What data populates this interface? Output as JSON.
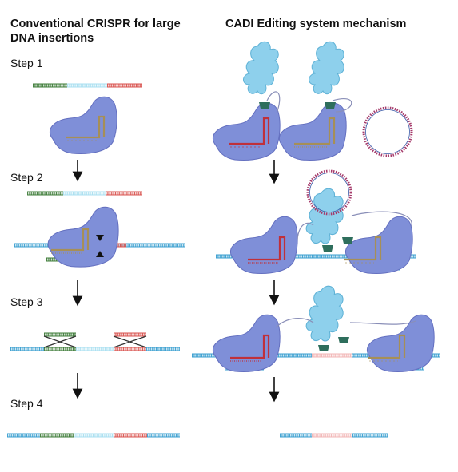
{
  "left_panel": {
    "title_line1": "Conventional CRISPR for large",
    "title_line2": "DNA insertions",
    "steps": [
      "Step 1",
      "Step 2",
      "Step 3",
      "Step 4"
    ]
  },
  "right_panel": {
    "title": "CADI Editing system mechanism"
  },
  "colors": {
    "protein": "#7f8fd8",
    "protein_outline": "#6470c0",
    "recombinase": "#8ed0ec",
    "anchor": "#2e6e5c",
    "dna_blue": "#3a9fd0",
    "dna_green": "#3f7d3a",
    "dna_red": "#d9534f",
    "insert_cyan": "#a9dff0",
    "insert_pink": "#f2b6b6",
    "guide_red": "#c0303a",
    "guide_olive": "#a68f57",
    "plasmid": "#a53a6a"
  }
}
